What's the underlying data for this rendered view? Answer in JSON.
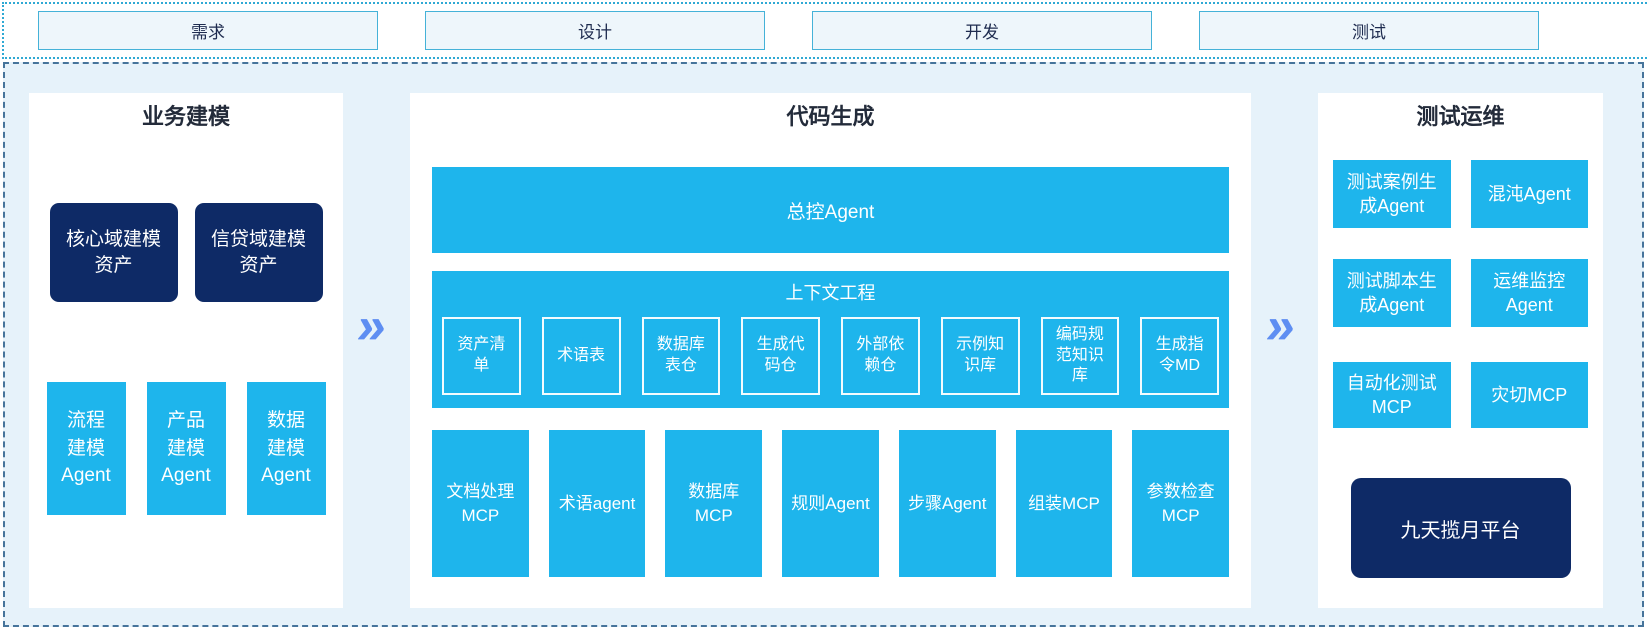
{
  "phases": [
    "需求",
    "设计",
    "开发",
    "测试"
  ],
  "arrows": {
    "glyph": "»"
  },
  "colors": {
    "accent_cyan": "#1eb5ec",
    "navy": "#0e2a66",
    "arrow_blue": "#5e8ef2",
    "page_background": "#e6f2fa",
    "strip_border": "#2fa9d4",
    "main_border": "#46749b"
  },
  "panels": {
    "business_modeling": {
      "title": "业务建模",
      "asset_boxes": [
        "核心域建模\n资产",
        "信贷域建模\n资产"
      ],
      "agent_boxes": [
        "流程\n建模\nAgent",
        "产品\n建模\nAgent",
        "数据\n建模\nAgent"
      ]
    },
    "code_generation": {
      "title": "代码生成",
      "master_agent": "总控Agent",
      "context_engineering": {
        "title": "上下文工程",
        "items": [
          "资产清\n单",
          "术语表",
          "数据库\n表仓",
          "生成代\n码仓",
          "外部依\n赖仓",
          "示例知\n识库",
          "编码规\n范知识\n库",
          "生成指\n令MD"
        ]
      },
      "bottom_row": [
        "文档处理\nMCP",
        "术语agent",
        "数据库\nMCP",
        "规则Agent",
        "步骤Agent",
        "组装MCP",
        "参数检查\nMCP"
      ]
    },
    "test_ops": {
      "title": "测试运维",
      "rows": [
        [
          "测试案例生\n成Agent",
          "混沌Agent"
        ],
        [
          "测试脚本生\n成Agent",
          "运维监控\nAgent"
        ],
        [
          "自动化测试\nMCP",
          "灾切MCP"
        ]
      ],
      "platform": "九天揽月平台"
    }
  }
}
